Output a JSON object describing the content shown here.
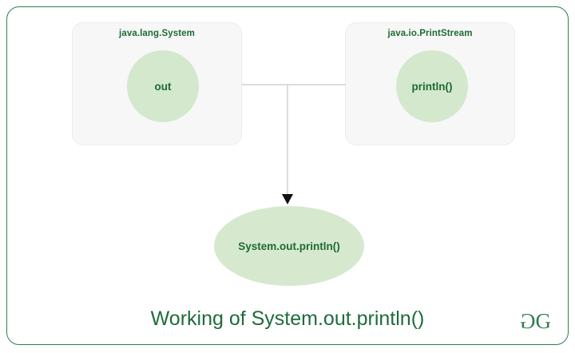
{
  "diagram": {
    "caption": "Working of System.out.println()",
    "boxes": [
      {
        "title": "java.lang.System",
        "member": "out"
      },
      {
        "title": "java.io.PrintStream",
        "member": "println()"
      }
    ],
    "result": {
      "label": "System.out.println()"
    },
    "connector": {
      "arrow": "down-arrow-icon"
    },
    "logo": {
      "left": "Ə",
      "right": "G",
      "name": "geeksforgeeks-logo"
    },
    "colors": {
      "frame_border": "#2e7d4f",
      "box_fill": "#f7f7f7",
      "box_border": "#ededed",
      "circle_fill": "#d3e8cd",
      "ellipse_fill": "#d6e9cf",
      "text_green": "#1d6b32",
      "caption_green": "#1f6b3b",
      "connector_gray": "#dcdcdc",
      "arrow_black": "#111111",
      "background": "#ffffff"
    }
  }
}
